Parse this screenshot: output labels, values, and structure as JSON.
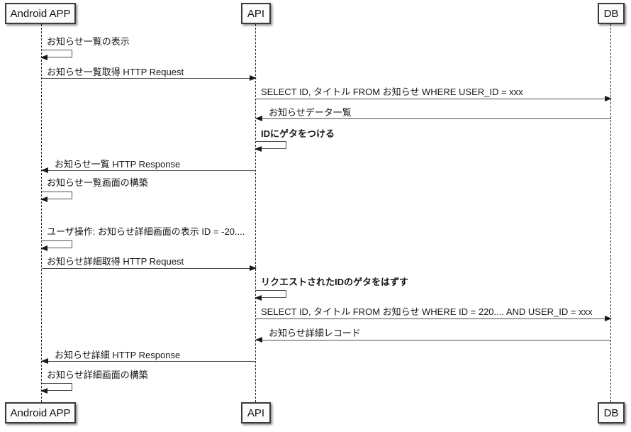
{
  "diagram": {
    "type": "sequence",
    "participants": [
      {
        "name": "Android APP"
      },
      {
        "name": "API"
      },
      {
        "name": "DB"
      }
    ],
    "messages": [
      {
        "from": "Android APP",
        "to": "Android APP",
        "type": "self",
        "bold": false,
        "label": "お知らせ一覧の表示"
      },
      {
        "from": "Android APP",
        "to": "API",
        "type": "solid",
        "bold": false,
        "label": "お知らせ一覧取得 HTTP Request"
      },
      {
        "from": "API",
        "to": "DB",
        "type": "solid",
        "bold": false,
        "label": "SELECT ID, タイトル FROM お知らせ WHERE USER_ID = xxx"
      },
      {
        "from": "DB",
        "to": "API",
        "type": "solid",
        "bold": false,
        "label": "お知らせデータ一覧"
      },
      {
        "from": "API",
        "to": "API",
        "type": "self",
        "bold": true,
        "label": "IDにゲタをつける"
      },
      {
        "from": "API",
        "to": "Android APP",
        "type": "solid",
        "bold": false,
        "label": "お知らせ一覧 HTTP Response"
      },
      {
        "from": "Android APP",
        "to": "Android APP",
        "type": "self",
        "bold": false,
        "label": "お知らせ一覧画面の構築"
      },
      {
        "from": "Android APP",
        "to": "Android APP",
        "type": "self",
        "bold": false,
        "label": "ユーザ操作: お知らせ詳細画面の表示 ID = -20...."
      },
      {
        "from": "Android APP",
        "to": "API",
        "type": "solid",
        "bold": false,
        "label": "お知らせ詳細取得 HTTP Request"
      },
      {
        "from": "API",
        "to": "API",
        "type": "self",
        "bold": true,
        "label": "リクエストされたIDのゲタをはずす"
      },
      {
        "from": "API",
        "to": "DB",
        "type": "solid",
        "bold": false,
        "label": "SELECT ID, タイトル FROM お知らせ WHERE ID = 220.... AND USER_ID = xxx"
      },
      {
        "from": "DB",
        "to": "API",
        "type": "solid",
        "bold": false,
        "label": "お知らせ詳細レコード"
      },
      {
        "from": "API",
        "to": "Android APP",
        "type": "solid",
        "bold": false,
        "label": "お知らせ詳細 HTTP Response"
      },
      {
        "from": "Android APP",
        "to": "Android APP",
        "type": "self",
        "bold": false,
        "label": "お知らせ詳細画面の構築"
      }
    ],
    "colors": {
      "background": "#ffffff",
      "line": "#4d4d4d",
      "arrowhead": "#1a1a1a",
      "text": "#161616",
      "box_fill": "#fbfbfb",
      "box_border": "#3a3a3a"
    }
  }
}
